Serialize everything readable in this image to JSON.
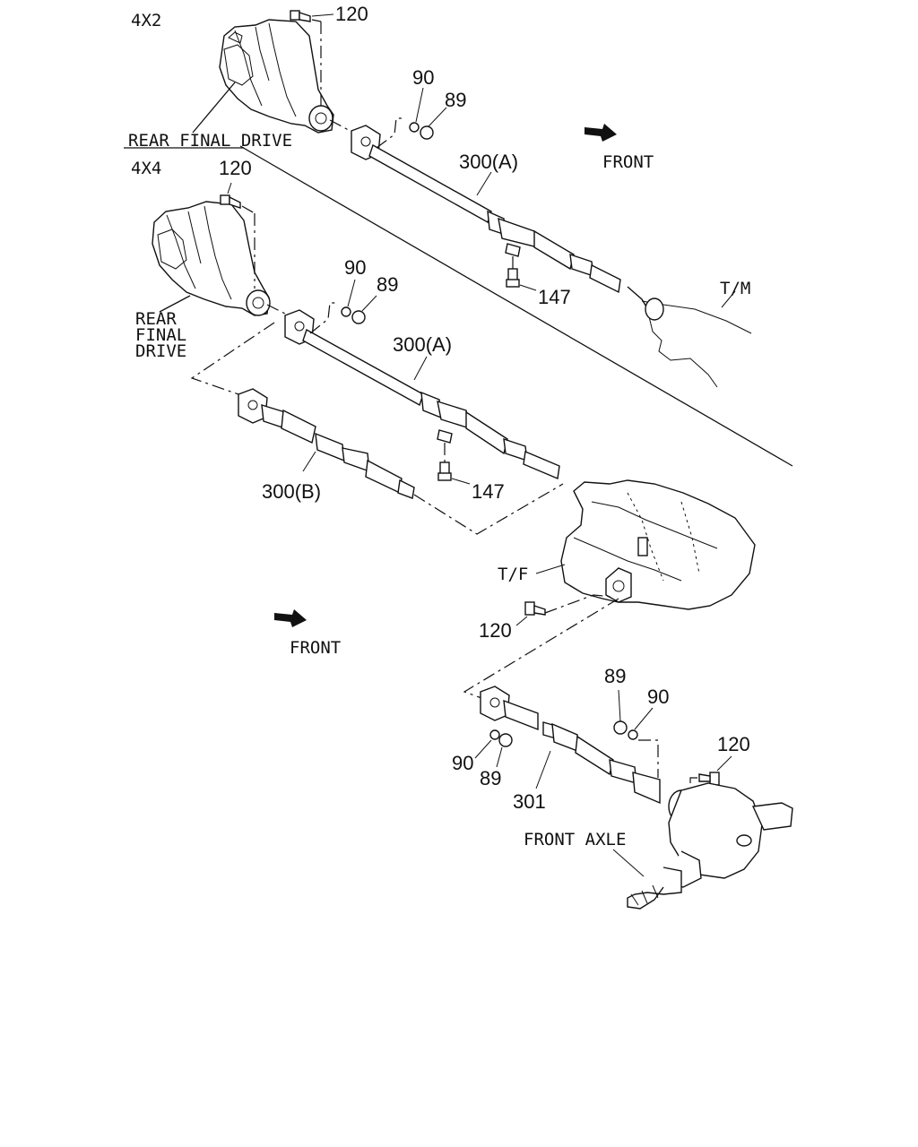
{
  "labels": {
    "section_4x2": "4X2",
    "section_4x4": "4X4",
    "rear_final_drive_4x2": "REAR FINAL DRIVE",
    "rear_final_drive_4x4": [
      "REAR",
      "FINAL",
      "DRIVE"
    ],
    "front_top": "FRONT",
    "front_left": "FRONT",
    "tm": "T/M",
    "tf": "T/F",
    "front_axle": "FRONT AXLE"
  },
  "callouts": {
    "c120_top": "120",
    "c90_top": "90",
    "c89_top": "89",
    "c300a_top": "300(A)",
    "c147_top": "147",
    "c120_mid": "120",
    "c90_mid": "90",
    "c89_mid": "89",
    "c300a_mid": "300(A)",
    "c300b": "300(B)",
    "c147_mid": "147",
    "c120_tf": "120",
    "c89_front": "89",
    "c90_front": "90",
    "c120_front": "120",
    "c90_front_low": "90",
    "c89_front_low": "89",
    "c301": "301"
  }
}
